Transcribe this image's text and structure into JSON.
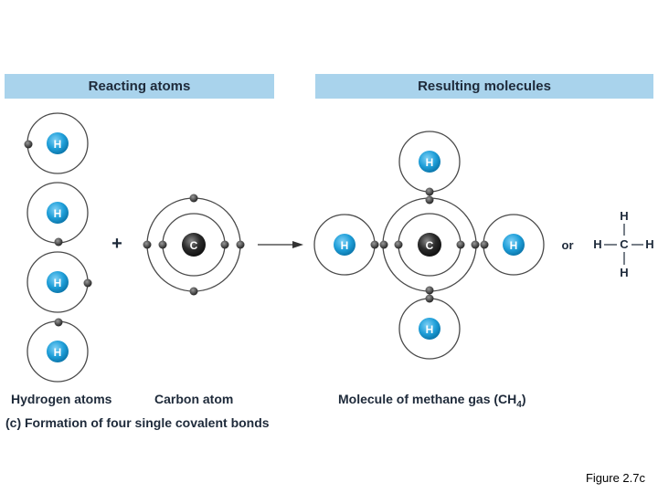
{
  "headers": {
    "reacting": "Reacting atoms",
    "resulting": "Resulting molecules"
  },
  "atoms": {
    "hydrogen_symbol": "H",
    "carbon_symbol": "C"
  },
  "symbols": {
    "plus": "+",
    "or": "or"
  },
  "structural_formula": {
    "top": "H",
    "left": "H",
    "center": "C",
    "right": "H",
    "bottom": "H"
  },
  "labels": {
    "hydrogen_atoms": "Hydrogen atoms",
    "carbon_atom": "Carbon atom",
    "methane_prefix": "Molecule of methane gas (CH",
    "methane_subscript": "4",
    "methane_suffix": ")",
    "caption": "(c) Formation of four single covalent bonds"
  },
  "figure_number": "Figure 2.7c",
  "colors": {
    "header_bg": "#a9d3ec",
    "hydrogen_nucleus": "#1f9fd9",
    "carbon_nucleus": "#2b2b2b",
    "orbit": "#4a4a4a",
    "electron": "#333333"
  }
}
